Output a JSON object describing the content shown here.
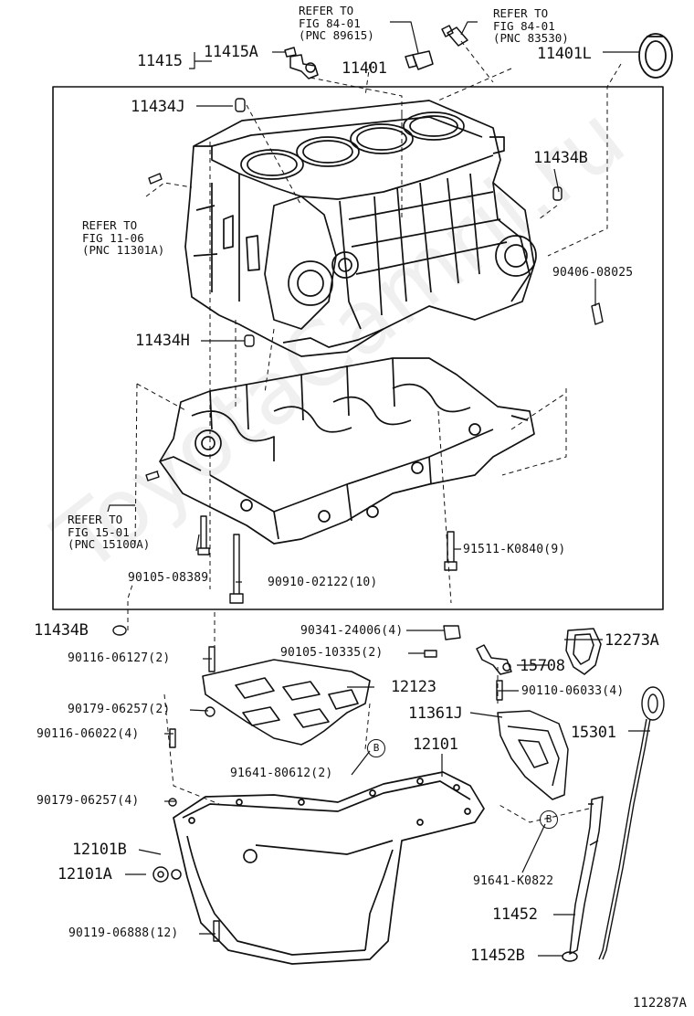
{
  "watermark": "ToyotaCamrii.ru",
  "figure_number": "112287A",
  "refs": {
    "fig_84_01_a": {
      "line1": "REFER TO",
      "line2": "FIG 84-01",
      "line3": "(PNC 89615)"
    },
    "fig_84_01_b": {
      "line1": "REFER TO",
      "line2": "FIG 84-01",
      "line3": "(PNC 83530)"
    },
    "fig_11_06": {
      "line1": "REFER TO",
      "line2": "FIG 11-06",
      "line3": "(PNC 11301A)"
    },
    "fig_15_01": {
      "line1": "REFER TO",
      "line2": "FIG 15-01",
      "line3": "(PNC 15100A)"
    }
  },
  "callout_letter": "B",
  "parts": {
    "p11415": "11415",
    "p11415A": "11415A",
    "p11401": "11401",
    "p11401L": "11401L",
    "p11434J": "11434J",
    "p11434B_top": "11434B",
    "p90406": "90406-08025",
    "p11434H": "11434H",
    "p91511": "91511-K0840(9)",
    "p90105_08389": "90105-08389",
    "p90910": "90910-02122(10)",
    "p11434B_low": "11434B",
    "p90341": "90341-24006(4)",
    "p12273A": "12273A",
    "p90116_06127": "90116-06127(2)",
    "p90105_10335": "90105-10335(2)",
    "p15708": "15708",
    "p90110": "90110-06033(4)",
    "p12123": "12123",
    "p90179_a": "90179-06257(2)",
    "p11361J": "11361J",
    "p15301": "15301",
    "p90116_06022": "90116-06022(4)",
    "p91641_80612": "91641-80612(2)",
    "p12101": "12101",
    "p90179_b": "90179-06257(4)",
    "p12101B": "12101B",
    "p12101A": "12101A",
    "p91641_k0822": "91641-K0822",
    "p11452": "11452",
    "p90119": "90119-06888(12)",
    "p11452B": "11452B"
  }
}
